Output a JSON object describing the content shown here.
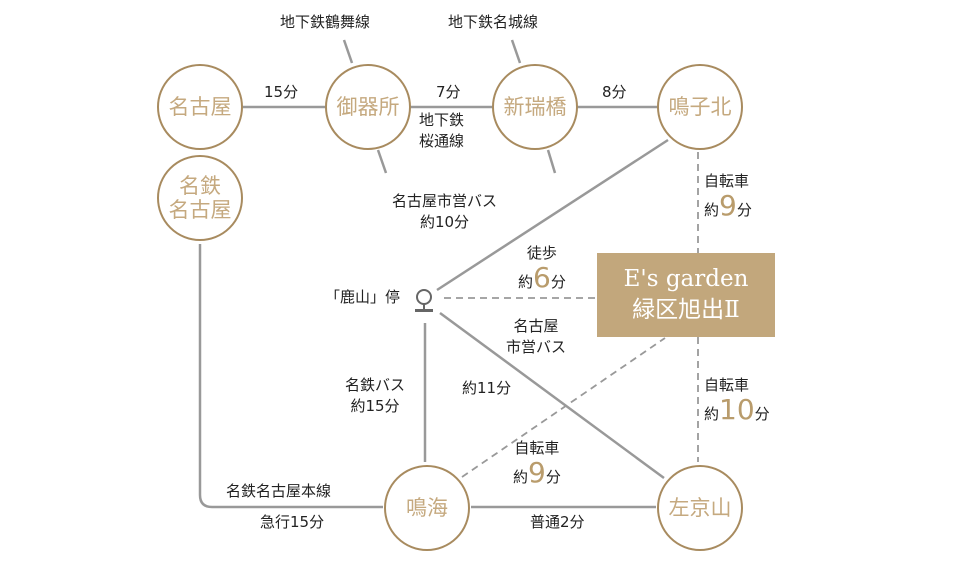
{
  "stations": {
    "nagoya": "名古屋",
    "gokiso": "御器所",
    "aratamabashi": "新瑞橋",
    "narukokita": "鳴子北",
    "meitetsu_nagoya_1": "名鉄",
    "meitetsu_nagoya_2": "名古屋",
    "narumi": "鳴海",
    "sakyoyama": "左京山"
  },
  "destination": {
    "line1": "E's garden",
    "line2": "緑区旭出Ⅱ"
  },
  "lines": {
    "tsurumai": "地下鉄鶴舞線",
    "meijo": "地下鉄名城線",
    "sakuradori_1": "地下鉄",
    "sakuradori_2": "桜通線",
    "meitetsu_main": "名鉄名古屋本線"
  },
  "times": {
    "nagoya_gokiso": "15分",
    "gokiso_aratama": "7分",
    "aratama_naruko": "8分",
    "express": "急行15分",
    "local": "普通2分"
  },
  "bus": {
    "city_bus_1": "名古屋市営バス",
    "city_bus_2": "約10分",
    "stop": "「鹿山」停",
    "city_bus_b1": "名古屋",
    "city_bus_b2": "市営バス",
    "city_bus_b3": "約11分",
    "meitetsu_bus_1": "名鉄バス",
    "meitetsu_bus_2": "約15分"
  },
  "walk": {
    "label": "徒歩",
    "prefix": "約",
    "num": "6",
    "suffix": "分"
  },
  "bike_north": {
    "label": "自転車",
    "prefix": "約",
    "num": "9",
    "suffix": "分"
  },
  "bike_south": {
    "label": "自転車",
    "prefix": "約",
    "num": "10",
    "suffix": "分"
  },
  "bike_narumi": {
    "label": "自転車",
    "prefix": "約",
    "num": "9",
    "suffix": "分"
  }
}
